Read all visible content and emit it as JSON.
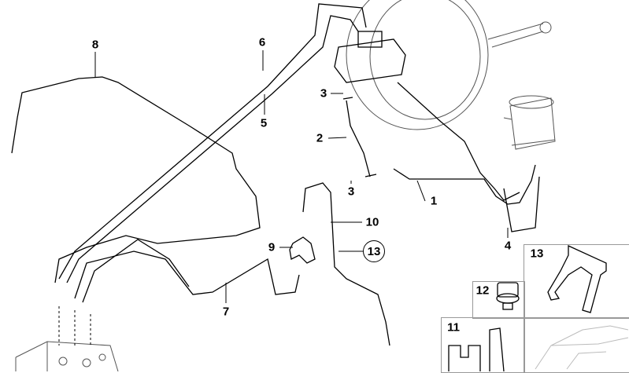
{
  "callouts": {
    "part_8": "8",
    "part_6": "6",
    "part_5": "5",
    "part_3a": "3",
    "part_3b": "3",
    "part_2": "2",
    "part_1": "1",
    "part_4": "4",
    "part_10": "10",
    "part_9": "9",
    "part_13_circled": "13",
    "part_7": "7"
  },
  "panels": {
    "panel_13": "13",
    "panel_12": "12",
    "panel_11": "11"
  }
}
